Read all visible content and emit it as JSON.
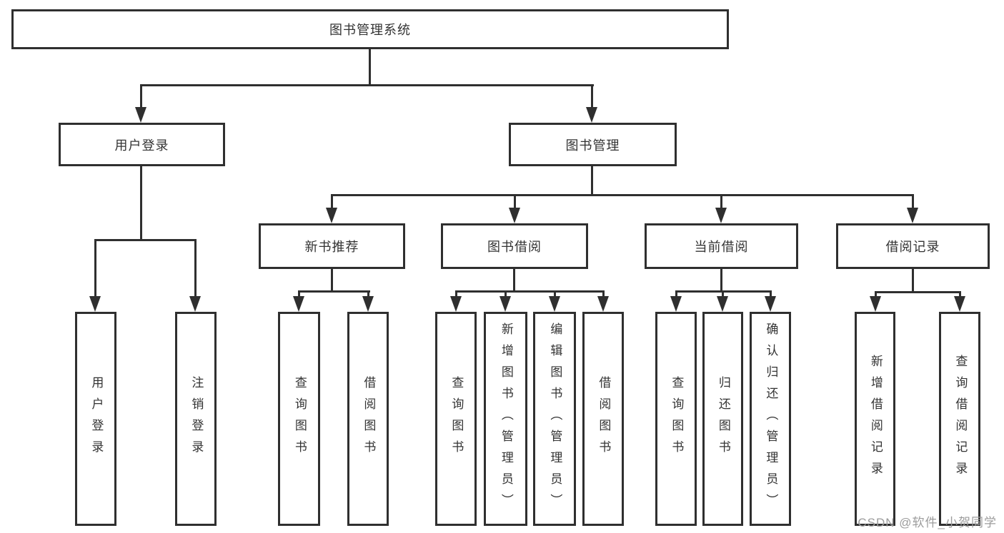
{
  "diagram": {
    "root": {
      "label": "图书管理系统"
    },
    "branches": [
      {
        "label": "用户登录",
        "children": [
          {
            "label": "用户登录"
          },
          {
            "label": "注销登录"
          }
        ]
      },
      {
        "label": "图书管理",
        "children": [
          {
            "label": "新书推荐",
            "children": [
              {
                "label": "查询图书"
              },
              {
                "label": "借阅图书"
              }
            ]
          },
          {
            "label": "图书借阅",
            "children": [
              {
                "label": "查询图书"
              },
              {
                "label": "新增图书（管理员）"
              },
              {
                "label": "编辑图书（管理员）"
              },
              {
                "label": "借阅图书"
              }
            ]
          },
          {
            "label": "当前借阅",
            "children": [
              {
                "label": "查询图书"
              },
              {
                "label": "归还图书"
              },
              {
                "label": "确认归还（管理员）"
              }
            ]
          },
          {
            "label": "借阅记录",
            "children": [
              {
                "label": "新增借阅记录"
              },
              {
                "label": "查询借阅记录"
              }
            ]
          }
        ]
      }
    ]
  },
  "watermark": {
    "text": "CSDN @软件_小贺同学"
  },
  "colors": {
    "line": "#2f2f2f",
    "text": "#333333",
    "wm": "#9c9c9c",
    "bg": "#ffffff"
  }
}
